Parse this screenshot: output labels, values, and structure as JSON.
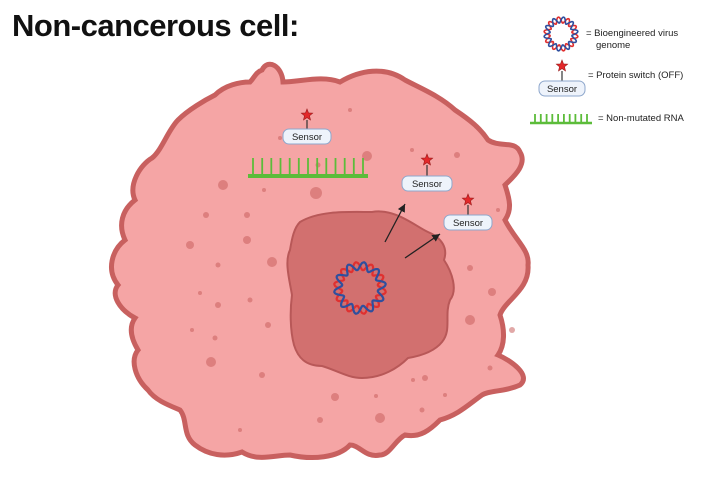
{
  "title": "Non-cancerous cell:",
  "sensor_label": "Sensor",
  "legend": {
    "virus_line1": "= Bioengineered virus",
    "virus_line2": "genome",
    "switch": "= Protein switch (OFF)",
    "sensor": "Sensor",
    "rna": "= Non-mutated RNA"
  },
  "colors": {
    "cytoplasm": "#f5a5a5",
    "membrane": "#c8605f",
    "nucleus": "#d2706f",
    "nucleus_border": "#b85858",
    "rna": "#5cbc3a",
    "star": "#e3282a",
    "dna_red": "#e0302f",
    "dna_blue": "#2f4f9e",
    "sensor_fill": "#eef3fb",
    "sensor_border": "#8ea7cc"
  }
}
